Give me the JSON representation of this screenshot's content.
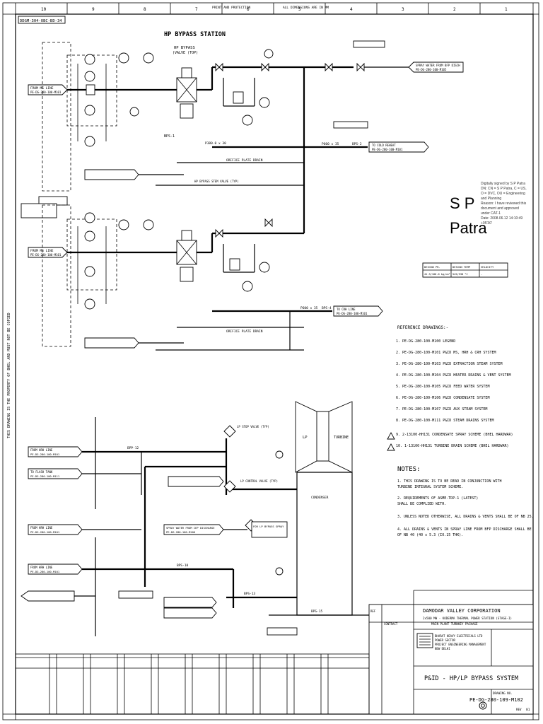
{
  "header": {
    "top_left_code": "DDGM-304-OBC-BD-34",
    "top_center_1": "PRINT AND PROTECTION",
    "top_center_2": "ALL DIMENSIONS ARE IN MM",
    "grid_top": [
      "10",
      "9",
      "8",
      "7",
      "6",
      "5",
      "4",
      "3",
      "2",
      "1"
    ]
  },
  "hp_station": {
    "title": "HP BYPASS STATION",
    "valve_label": "HP BYPASS",
    "valve_sub": "(VALVE (TOP)",
    "inlet_line": "FROM MS LINE",
    "inlet_ref": "PE-DG-280-100-M101",
    "to_cold_reheat": "TO COLD REHEAT",
    "to_cold_reheat_ref": "PE-DG-280-100-M101",
    "spray_from": "SPRAY WATER FROM BFP DISCH",
    "spray_from_ref": "PE-DG-280-100-M105",
    "pipe_1": "BPS-1",
    "pipe_2": "BPS-2",
    "size_1": "P600 x 35",
    "size_2": "P380.0 x 30",
    "bypass_line": "HP BYPASS STEM VALVE (TYP)",
    "drain_label": "ORIFICE PLATE DRAIN"
  },
  "hp_station_2": {
    "inlet_line": "FROM MS LINE",
    "inlet_ref": "PE-DG-280-100-M101",
    "to_cold_reheat": "TO CRH LINE",
    "to_cold_reheat_ref": "PE-DG-280-100-M101",
    "pipe": "BPS-4",
    "size": "P600 x 35",
    "drain_label": "ORIFICE PLATE DRAIN"
  },
  "lp_section": {
    "from_hrh_1": "FROM HRH LINE",
    "from_hrh_1_ref": "PE-DG-280-100-M101",
    "from_hrh_2": "FROM HRH LINE",
    "from_hrh_2_ref": "PE-DG-280-100-M101",
    "from_hrh_3": "FROM HRH LINE",
    "from_hrh_3_ref": "PE-DG-280-100-M101",
    "to_flash_tank": "TO FLASH TANK",
    "to_flash_tank_ref": "PE-DG-280-100-M111",
    "lp_spray": "FOR LP BYPASS SPRAY",
    "spray_from_cep": "SPRAY WATER FROM CEP DISCHARGE",
    "spray_from_cep_ref": "PE-DG-280-100-M106",
    "lp_stop_valve": "LP STOP VALVE (TYP)",
    "lp_control_valve": "LP CONTROL VALVE (TYP)",
    "turbine_lp": "LP",
    "turbine": "TURBINE",
    "condenser": "CONDENSER",
    "pipe_a": "BPP-12",
    "pipe_b": "BPS-10",
    "pipe_c": "BPS-13",
    "pipe_d": "BPS-15"
  },
  "signature": {
    "name_line1": "S P",
    "name_line2": "Patra",
    "lines": [
      "Digitally signed by S P Patra",
      "DN: CN = S P Patra, C = US,",
      "O = DVC, OU = Engineering",
      "and Planning",
      "Reason: I have reviewed this",
      "document and approved",
      "under CAT-1",
      "Date: 2008.06.12 14:10:49",
      "+05'30'"
    ]
  },
  "legend_box": {
    "rows": [
      [
        "DESIGN PR.",
        "DESIGN TEMP",
        "VELOCITY"
      ],
      [
        "41.3/100.0 kg/cm²",
        "545/538 °C",
        "-"
      ]
    ]
  },
  "references": {
    "heading": "REFERENCE DRAWINGS:-",
    "items": [
      "1.  PE-DG-280-100-M100  LEGEND",
      "2.  PE-DG-280-100-M101  P&ID MS, HRH & CRH SYSTEM",
      "3.  PE-DG-280-100-M103  P&ID EXTRACTION STEAM SYSTEM",
      "4.  PE-DG-280-100-M104  P&ID HEATER DRAINS & VENT SYSTEM",
      "5.  PE-DG-280-100-M105  P&ID FEED WATER SYSTEM",
      "6.  PE-DG-280-100-M106  P&ID CONDENSATE SYSTEM",
      "7.  PE-DG-280-100-M107  P&ID AUX STEAM SYSTEM",
      "8.  PE-DG-280-100-M111  P&ID STEAM DRAINS SYSTEM",
      "9.  2-13100-HH131       CONDENSATE SPRAY SCHEME (BHEL HARDWAR)",
      "10. 1-13100-HH131       TURBINE DRAIN SCHEME (BHEL HARDWAR)"
    ]
  },
  "notes": {
    "heading": "NOTES:",
    "items": [
      "1. THIS DRAWING IS TO BE READ IN CONJUNCTION WITH",
      "   TURBINE INTEGRAL SYSTEM SCHEME.",
      "2. REQUIREMENTS OF ASME-TDP-1 (LATEST)",
      "   SHALL BE COMPLIED WITH.",
      "3. UNLESS NOTED OTHERWISE, ALL DRAINS & VENTS SHALL BE OF NB 25.",
      "4. ALL DRAINS & VENTS IN SPRAY LINE FROM BFP DISCHARGE SHALL BE",
      "   OF NB 40 (40 x 5.3 (IO.15 THK)."
    ]
  },
  "title_block": {
    "client": "DAMODAR VALLEY CORPORATION",
    "project": "2x500 MW - KODERMA THERMAL POWER STATION (STAGE-I)",
    "package": "MAIN PLANT TURNKEY PACKAGE",
    "contractor_1": "BHARAT HEAVY ELECTRICALS LTD",
    "contractor_2": "POWER SECTOR",
    "contractor_3": "PROJECT ENGINEERING MANAGEMENT",
    "contractor_4": "NEW DELHI",
    "drawing_title": "P&ID - HP/LP BYPASS SYSTEM",
    "drawing_no_label": "DRAWING NO.",
    "drawing_no": "PE-DG-280-109-M102",
    "rev_label": "REV",
    "rev": "01",
    "ref_label_1": "REF",
    "ref_label_2": "CONTRACT"
  },
  "side": {
    "left_vertical": "THIS DRAWING IS THE PROPERTY OF BHEL AND MUST NOT BE COPIED"
  }
}
